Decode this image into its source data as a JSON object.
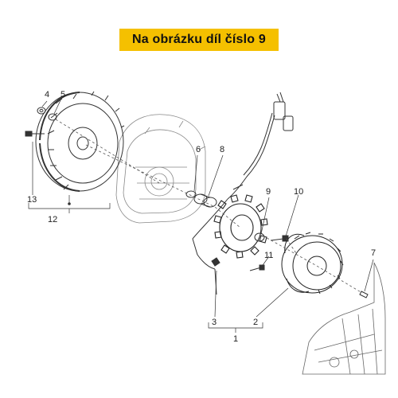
{
  "banner": {
    "text": "Na obrázku díl číslo 9",
    "color": "#f5c000"
  },
  "callouts": {
    "c1": "1",
    "c2": "2",
    "c3": "3",
    "c4": "4",
    "c5": "5",
    "c6": "6",
    "c7": "7",
    "c8": "8",
    "c9": "9",
    "c10": "10",
    "c11": "11",
    "c12": "12",
    "c13": "13"
  },
  "highlighted_part": "9"
}
